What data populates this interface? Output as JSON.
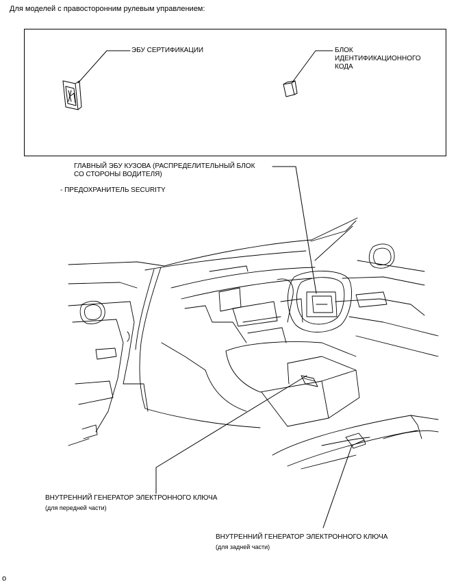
{
  "heading": "Для моделей с правосторонним рулевым управлением:",
  "labels": {
    "certification_ecu": "ЭБУ СЕРТИФИКАЦИИ",
    "id_code_box_l1": "БЛОК",
    "id_code_box_l2": "ИДЕНТИФИКАЦИОННОГО",
    "id_code_box_l3": "КОДА",
    "main_body_ecu_l1": "ГЛАВНЫЙ ЭБУ КУЗОВА (РАСПРЕДЕЛИТЕЛЬНЫЙ БЛОК",
    "main_body_ecu_l2": "СО СТОРОНЫ ВОДИТЕЛЯ)",
    "fuse": "- ПРЕДОХРАНИТЕЛЬ SECURITY",
    "front_oscillator": "ВНУТРЕННИЙ ГЕНЕРАТОР ЭЛЕКТРОННОГО КЛЮЧА",
    "front_oscillator_sub": "(для передней части)",
    "rear_oscillator": "ВНУТРЕННИЙ ГЕНЕРАТОР ЭЛЕКТРОННОГО КЛЮЧА",
    "rear_oscillator_sub": "(для задней части)"
  },
  "corner_mark": "o"
}
